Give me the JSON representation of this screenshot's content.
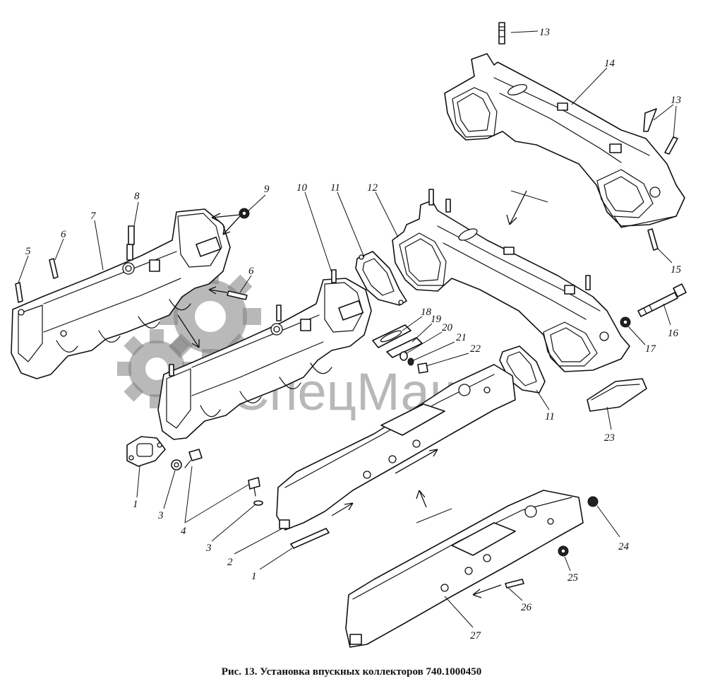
{
  "figure": {
    "caption": "Рис. 13. Установка впускных коллекторов 740.1000450",
    "watermark": "СпецМаш",
    "callouts": [
      {
        "id": "c13a",
        "label": "13"
      },
      {
        "id": "c14",
        "label": "14"
      },
      {
        "id": "c13b",
        "label": "13"
      },
      {
        "id": "c15",
        "label": "15"
      },
      {
        "id": "c16",
        "label": "16"
      },
      {
        "id": "c17",
        "label": "17"
      },
      {
        "id": "c9",
        "label": "9"
      },
      {
        "id": "c10",
        "label": "10"
      },
      {
        "id": "c11a",
        "label": "11"
      },
      {
        "id": "c12",
        "label": "12"
      },
      {
        "id": "c8",
        "label": "8"
      },
      {
        "id": "c7",
        "label": "7"
      },
      {
        "id": "c6a",
        "label": "6"
      },
      {
        "id": "c5",
        "label": "5"
      },
      {
        "id": "c6b",
        "label": "6"
      },
      {
        "id": "c18",
        "label": "18"
      },
      {
        "id": "c19",
        "label": "19"
      },
      {
        "id": "c20",
        "label": "20"
      },
      {
        "id": "c21",
        "label": "21"
      },
      {
        "id": "c22",
        "label": "22"
      },
      {
        "id": "c11b",
        "label": "11"
      },
      {
        "id": "c23",
        "label": "23"
      },
      {
        "id": "c1a",
        "label": "1"
      },
      {
        "id": "c3a",
        "label": "3"
      },
      {
        "id": "c4",
        "label": "4"
      },
      {
        "id": "c3b",
        "label": "3"
      },
      {
        "id": "c2",
        "label": "2"
      },
      {
        "id": "c1b",
        "label": "1"
      },
      {
        "id": "c24",
        "label": "24"
      },
      {
        "id": "c25",
        "label": "25"
      },
      {
        "id": "c26",
        "label": "26"
      },
      {
        "id": "c27",
        "label": "27"
      }
    ]
  }
}
